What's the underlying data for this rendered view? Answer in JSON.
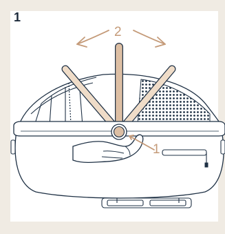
{
  "step": {
    "number": "1"
  },
  "callouts": {
    "rotate": "2",
    "handle": "1"
  },
  "colors": {
    "background": "#f0ebe3",
    "panel": "#ffffff",
    "outline": "#1e3044",
    "accent": "#c49a78",
    "handle_light": "#efdcc8",
    "handle_active": "#ddbfa4"
  },
  "illustration": {
    "subject": "carrycot-with-rotating-handle",
    "mesh_panel": "mesh-canopy",
    "hand": "hand-pressing-button"
  }
}
